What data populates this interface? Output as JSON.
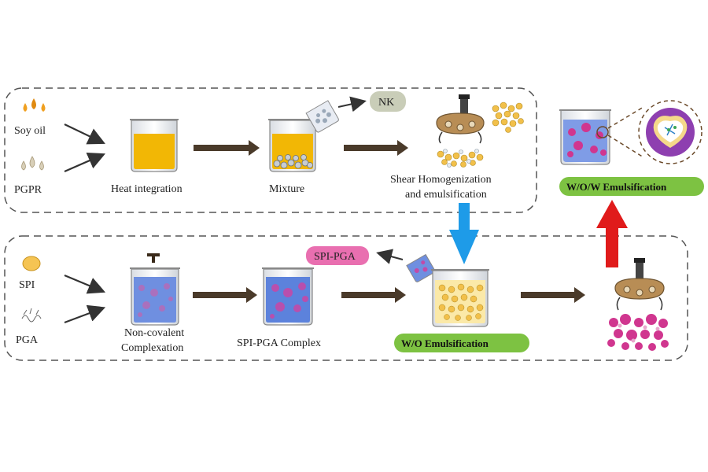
{
  "row1": {
    "soy_oil_label": "Soy oil",
    "pgpr_label": "PGPR",
    "heat_label": "Heat integration",
    "mixture_label": "Mixture",
    "nk_label": "NK",
    "shear_label_line1": "Shear Homogenization",
    "shear_label_line2": "and emulsification"
  },
  "row2": {
    "spi_label": "SPI",
    "pga_label": "PGA",
    "noncov_line1": "Non-covalent",
    "noncov_line2": "Complexation",
    "complex_label": "SPI-PGA Complex",
    "spi_pga_tag": "SPI-PGA",
    "wo_label": "W/O Emulsification"
  },
  "right": {
    "wow_label": "W/O/W Emulsification"
  },
  "colors": {
    "oil": "#f2b705",
    "blue_liquid": "#6f8fe0",
    "magenta": "#d0368f",
    "green_pill": "#7dc242",
    "pink_tag": "#e96fb0",
    "nk_tag": "#c9cdb8",
    "blue_arrow": "#1e9be8",
    "red_arrow": "#e01b1b",
    "brown_arrow": "#4a3a2a"
  }
}
